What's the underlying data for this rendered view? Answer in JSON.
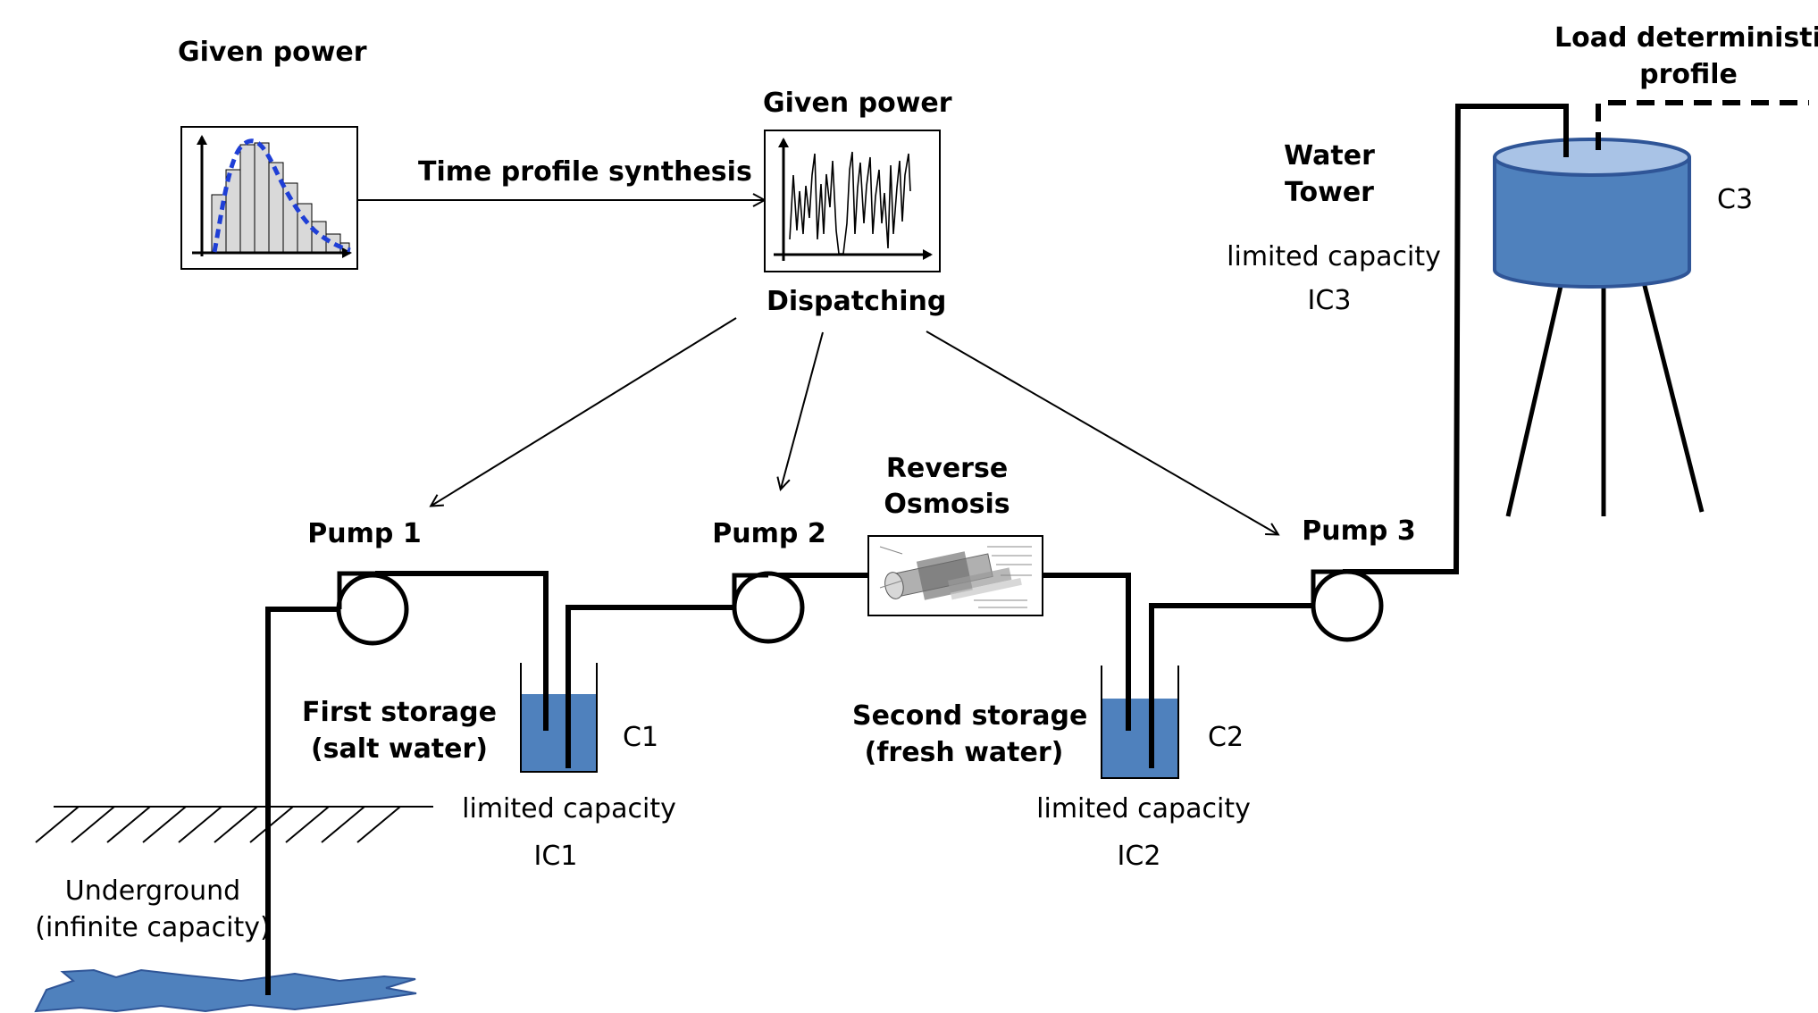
{
  "labels": {
    "given_power_left": "Given power",
    "given_power_center": "Given power",
    "time_profile_synthesis": "Time profile synthesis",
    "dispatching": "Dispatching",
    "load_profile_line1": "Load deterministic",
    "load_profile_line2": "profile",
    "water_tower_line1": "Water",
    "water_tower_line2": "Tower",
    "tower_limited_capacity": "limited capacity",
    "tower_ic": "IC3",
    "tower_c": "C3",
    "pump1": "Pump 1",
    "pump2": "Pump 2",
    "pump3": "Pump 3",
    "reverse_osmosis_line1": "Reverse",
    "reverse_osmosis_line2": "Osmosis",
    "first_storage_line1": "First storage",
    "first_storage_line2": "(salt water)",
    "first_c": "C1",
    "first_limited_capacity": "limited capacity",
    "first_ic": "IC1",
    "second_storage_line1": "Second storage",
    "second_storage_line2": "(fresh water)",
    "second_c": "C2",
    "second_limited_capacity": "limited capacity",
    "second_ic": "IC2",
    "underground_line1": "Underground",
    "underground_line2": "(infinite capacity)"
  },
  "colors": {
    "water": "#4f81bd",
    "water_light": "#a9c3e6",
    "water_dark": "#2f5597",
    "dashed_curve": "#1f3fd6",
    "histogram_bar": "#d9d9d9"
  }
}
